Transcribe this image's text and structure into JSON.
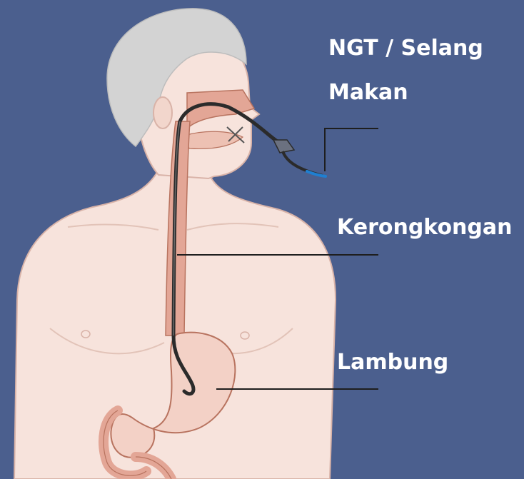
{
  "labels": {
    "ngt": "NGT / Selang Makan",
    "esophagus": "Kerongkongan",
    "stomach": "Lambung"
  },
  "colors": {
    "background": "#4b5f8e",
    "skin": "#f7e3dc",
    "skin_outline": "#d9b3a8",
    "hair": "#d3d3d3",
    "organ": "#e3a696",
    "organ_outline": "#b8735f",
    "tube": "#2b2b2b",
    "tube_tip": "#1f7fd1",
    "leader_line": "#1e1e1e",
    "label_text": "#ffffff"
  }
}
